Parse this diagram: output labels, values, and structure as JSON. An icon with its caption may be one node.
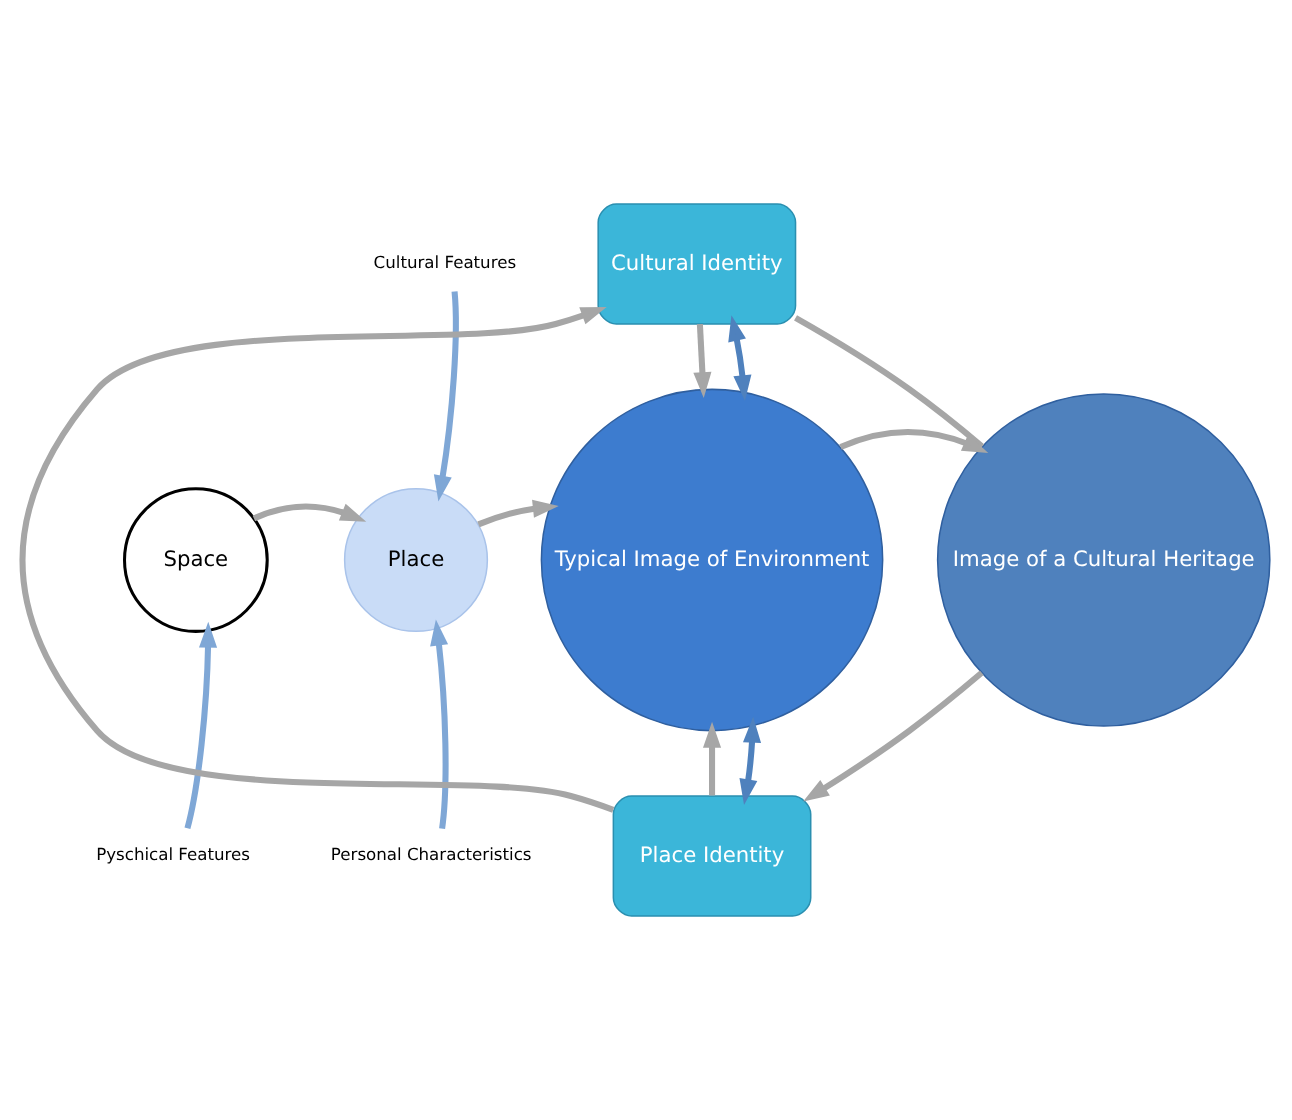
{
  "diagram": {
    "nodes": [
      {
        "text": [
          "Cultural Identity"
        ]
      },
      {
        "text": [
          "Cultural Features"
        ]
      },
      {
        "text": [
          "Space"
        ]
      },
      {
        "text": [
          "Place"
        ]
      },
      {
        "text": [
          "Typical Image of Environment"
        ]
      },
      {
        "text": [
          "Image of a Cultural Heritage"
        ]
      },
      {
        "text": [
          "Pyschical Features"
        ]
      },
      {
        "text": [
          "Personal Characteristics"
        ]
      },
      {
        "text": [
          "Place Identity"
        ]
      }
    ],
    "edges": [
      {
        "from": 2,
        "to": 3,
        "arrow": "to"
      },
      {
        "from": 3,
        "to": 4,
        "arrow": "to"
      },
      {
        "from": 4,
        "to": 5,
        "arrow": "to"
      },
      {
        "from": 0,
        "to": 4,
        "arrow": "to"
      },
      {
        "from": 0,
        "to": 4,
        "arrow": "both",
        "color": "#4f81bd"
      },
      {
        "from": 8,
        "to": 4,
        "arrow": "to"
      },
      {
        "from": 8,
        "to": 4,
        "arrow": "both",
        "color": "#4f81bd"
      },
      {
        "from": 8,
        "to": 0,
        "arrow": "to"
      },
      {
        "from": 0,
        "to": 5,
        "arrow": "none"
      },
      {
        "from": 5,
        "to": 8,
        "arrow": "to"
      },
      {
        "from": 1,
        "to": 3,
        "arrow": "to",
        "color": "#7fa7d6"
      },
      {
        "from": 7,
        "to": 3,
        "arrow": "to",
        "color": "#7fa7d6"
      },
      {
        "from": 6,
        "to": 2,
        "arrow": "to",
        "color": "#7fa7d6"
      }
    ]
  }
}
